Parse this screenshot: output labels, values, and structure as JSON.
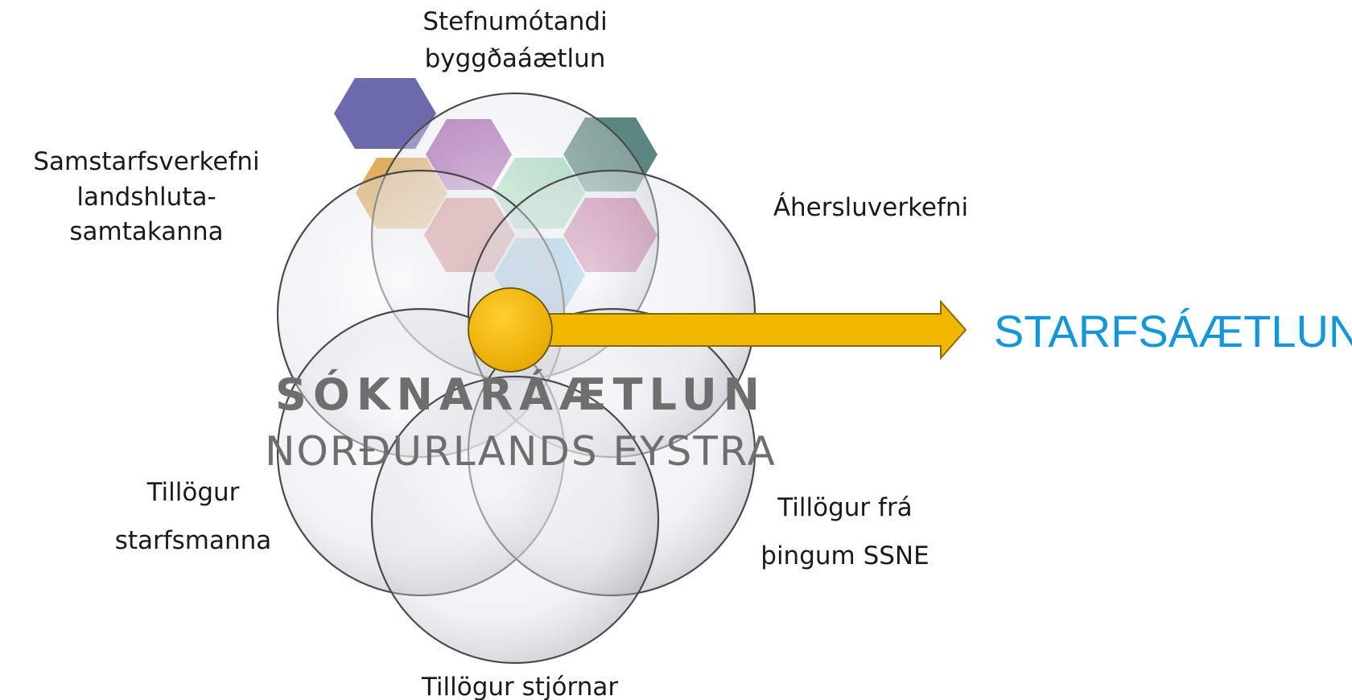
{
  "labels": {
    "top": [
      "Stefnumótandi",
      "byggðaáætlun"
    ],
    "top_left": [
      "Samstarfsverkefni",
      "landshluta-",
      "samtakanna"
    ],
    "right": [
      "Áhersluverkefni"
    ],
    "bottom_left": [
      "Tillögur",
      "starfsmanna"
    ],
    "bottom_right": [
      "Tillögur frá",
      "þingum SSNE"
    ],
    "bottom": [
      "Tillögur stjórnar"
    ]
  },
  "center": {
    "title": "SÓKNARÁÆTLUN",
    "subtitle": "NORÐURLANDS EYSTRA"
  },
  "output": {
    "label": "STARFSÁÆTLUN"
  },
  "colors": {
    "accent_yellow": "#f1b800",
    "arrow_stroke": "#8a6a00",
    "output_blue": "#1496dc",
    "bubble_edge": "#4a4a4a",
    "center_text": "#6e6e6e"
  },
  "hexagon_colors": [
    "#5b5aa3",
    "#d9a043",
    "#9a4aa3",
    "#8ccfaa",
    "#4a7a72",
    "#c04a4a",
    "#b83b7a",
    "#5aa6d9"
  ]
}
